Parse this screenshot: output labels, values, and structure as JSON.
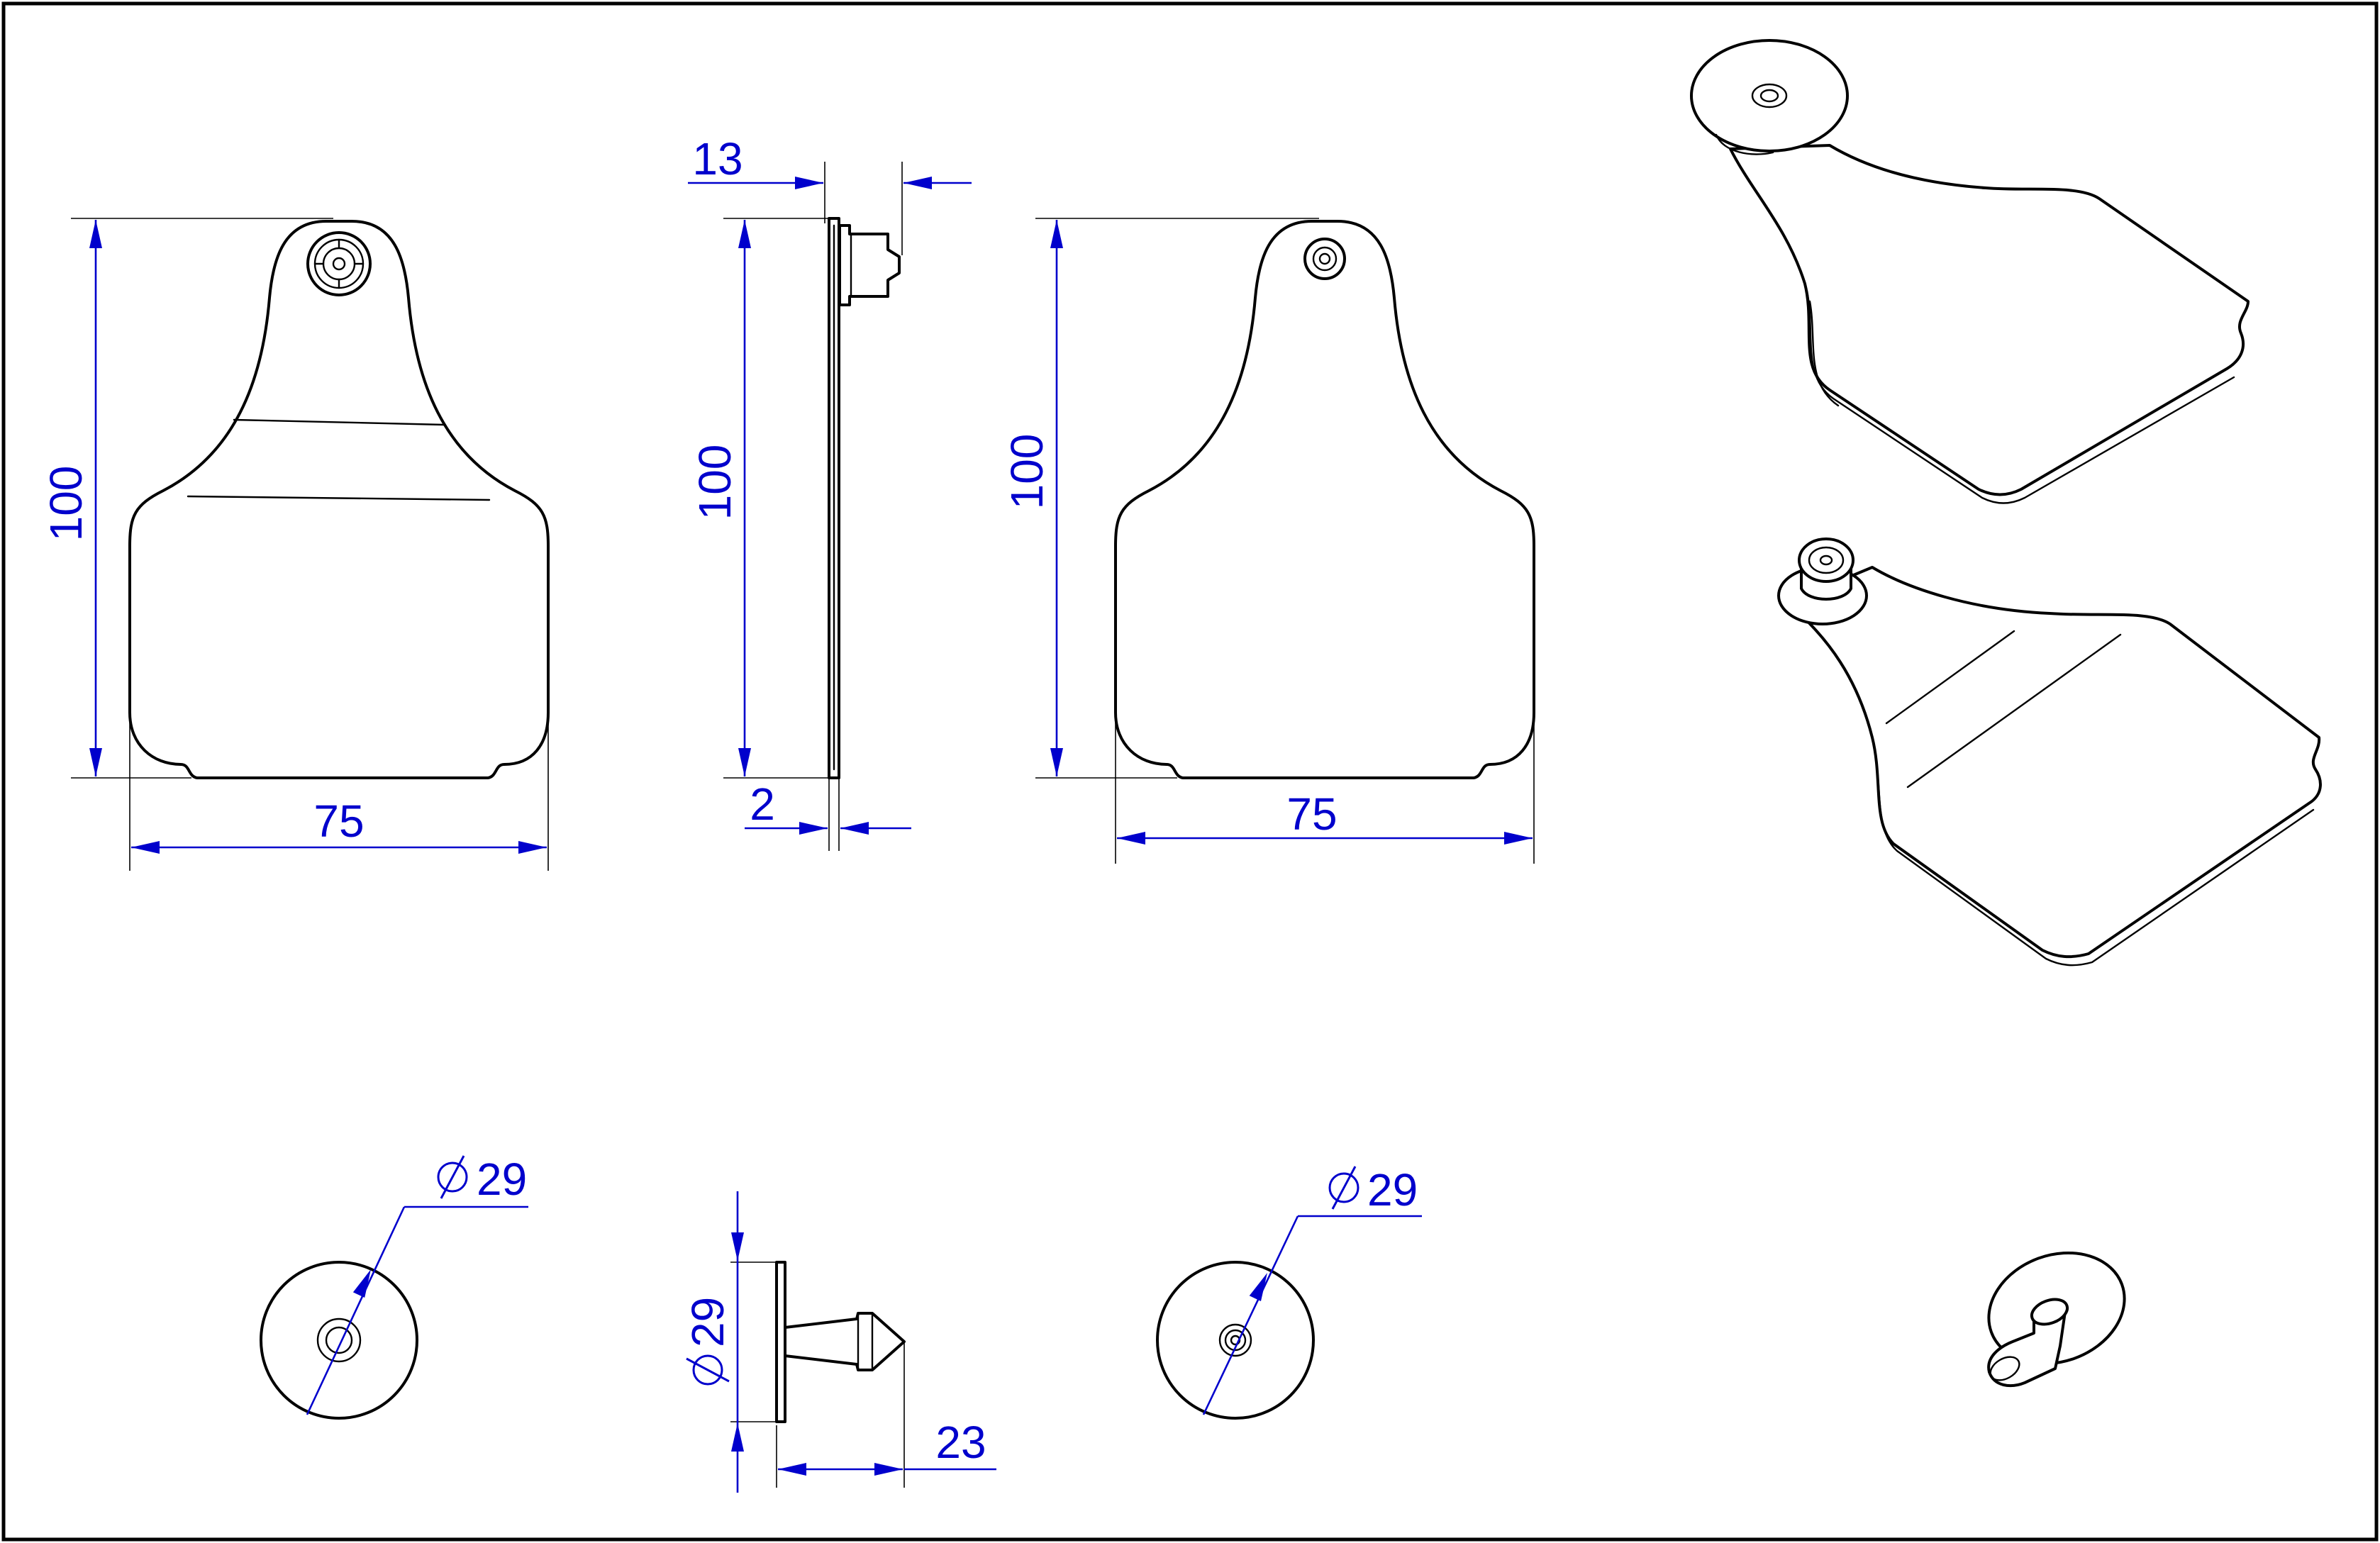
{
  "colors": {
    "dimension": "#0000cc",
    "line": "#000000",
    "background": "#ffffff"
  },
  "dimensions": {
    "front_height": "100",
    "front_width": "75",
    "side_height": "100",
    "side_stud_length": "13",
    "side_thickness": "2",
    "back_height": "100",
    "back_width": "75",
    "button_front_diameter": "29",
    "button_side_diameter": "29",
    "button_side_length": "23",
    "button_back_diameter": "29"
  }
}
